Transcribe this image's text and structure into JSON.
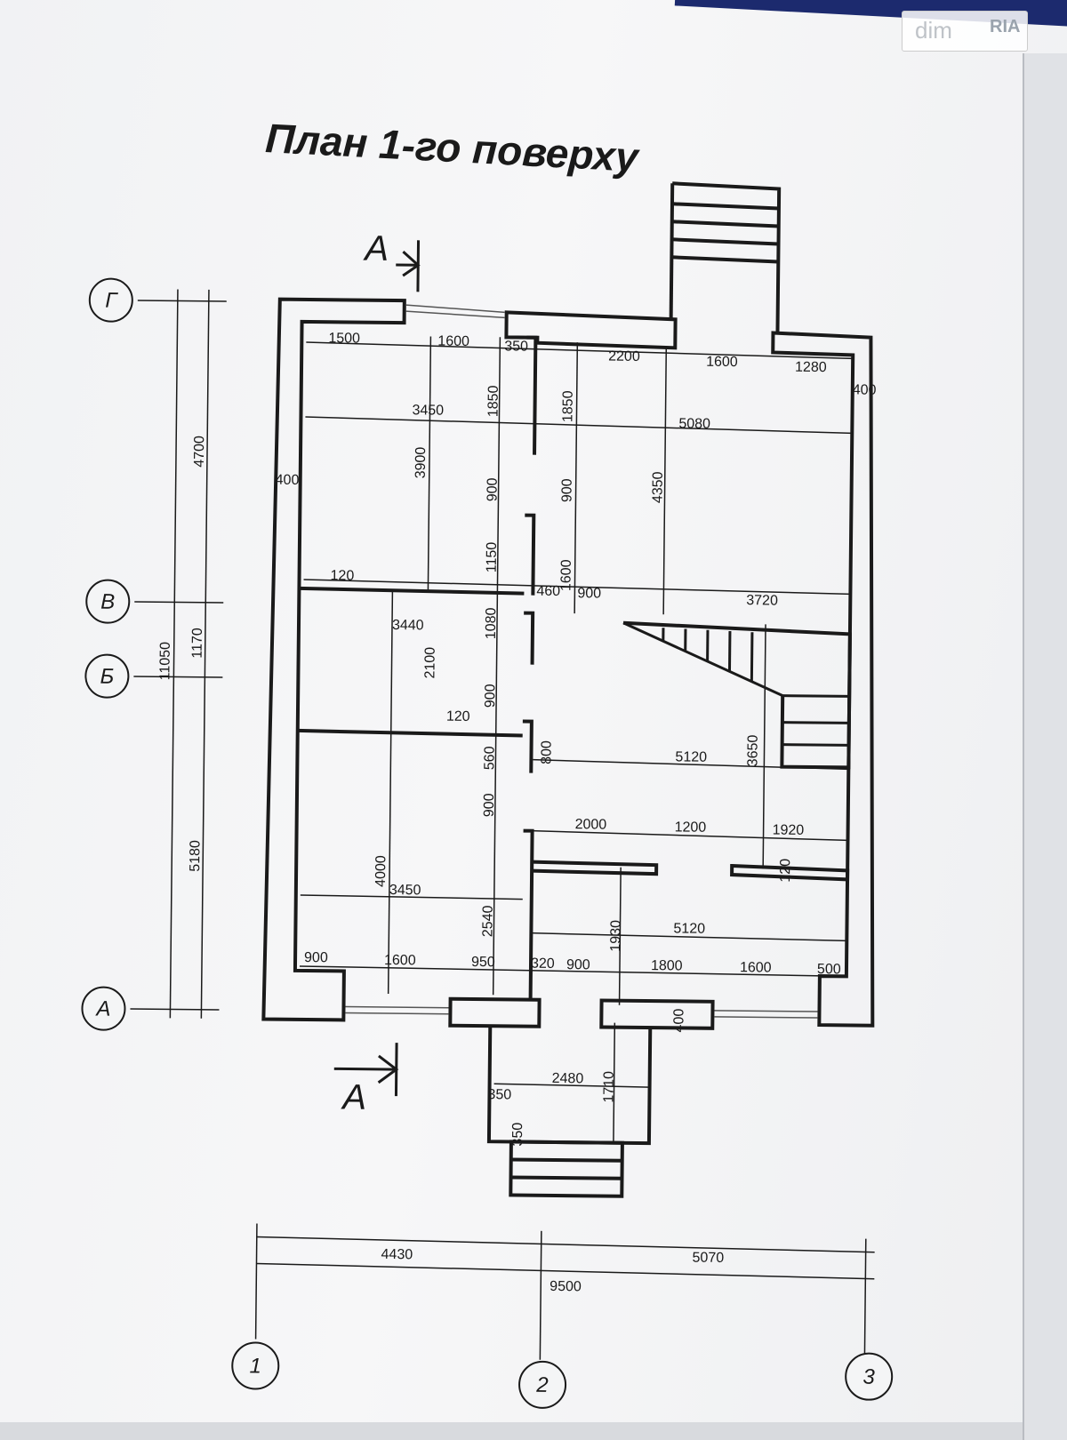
{
  "title": "План 1-го поверху",
  "watermark": {
    "text": "dim",
    "logo": "RIA"
  },
  "section_label": "A",
  "row_axes": [
    "Г",
    "В",
    "Б",
    "А"
  ],
  "col_axes": [
    "1",
    "2",
    "3"
  ],
  "dimensions": {
    "top_row_1": [
      "1500",
      "1600",
      "350",
      "2200",
      "1600",
      "1280"
    ],
    "wall_400_right": "400",
    "room_widths_upper": [
      "3450",
      "5080"
    ],
    "wall_400_left": "400",
    "vertical_upper": [
      "1850",
      "1850",
      "3900",
      "900",
      "900",
      "4350",
      "1150",
      "1600"
    ],
    "mid_row": [
      "120",
      "460",
      "900",
      "3720"
    ],
    "room_b": [
      "3440",
      "1080",
      "2100",
      "900",
      "120"
    ],
    "stair_block": [
      "800",
      "560",
      "5120",
      "3650"
    ],
    "lower_row": [
      "900",
      "2000",
      "1200",
      "1920",
      "120"
    ],
    "room_a": [
      "4000",
      "3450",
      "2540",
      "1930",
      "5120"
    ],
    "bottom_row": [
      "900",
      "1600",
      "950",
      "320",
      "900",
      "1800",
      "1600",
      "500"
    ],
    "porch": [
      "400",
      "2480",
      "1710",
      "350",
      "350"
    ],
    "left_chain": [
      "4700",
      "1170",
      "11050",
      "5180"
    ],
    "bottom_chain": [
      "4430",
      "5070",
      "9500"
    ]
  }
}
